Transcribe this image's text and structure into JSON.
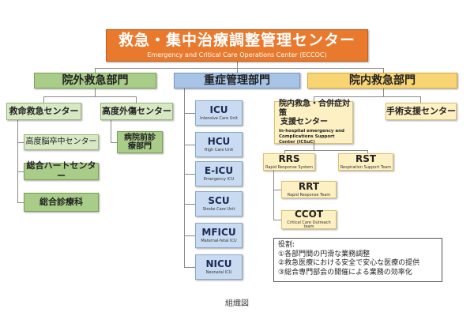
{
  "header": {
    "title": "救急・集中治療調整管理センター",
    "subtitle": "Emergency and Critical Care Operations Center (ECCOC)"
  },
  "departments": {
    "outpatient": {
      "label": "院外救急部門",
      "children": {
        "lifesaving_center": "救命救急センター",
        "advanced_trauma_center": "高度外傷センター",
        "stroke_center": "高度脳卒中センター",
        "heart_center": "総合ハートセンター",
        "general_medicine": "総合診療科",
        "prehospital_medicine": "病院前診療部門"
      }
    },
    "critical_care": {
      "label": "重症管理部門",
      "units": [
        {
          "name": "ICU",
          "desc": "Intensive Care Unit"
        },
        {
          "name": "HCU",
          "desc": "High Care Unit"
        },
        {
          "name": "E-ICU",
          "desc": "Emergency ICU"
        },
        {
          "name": "SCU",
          "desc": "Stroke Care Unit"
        },
        {
          "name": "MFICU",
          "desc": "Maternal-fetal ICU"
        },
        {
          "name": "NICU",
          "desc": "Neonatal ICU"
        }
      ]
    },
    "inpatient": {
      "label": "院内救急部門",
      "complications_center": {
        "title_line1": "院内救急・合併症対策",
        "title_line2": "支援センター",
        "english": "In-hospital emergency and Complications Support Center (ICSuC)"
      },
      "surgical_support": "手術支援センター",
      "teams": [
        {
          "name": "RRS",
          "desc": "Rapid Response System"
        },
        {
          "name": "RST",
          "desc": "Respiration Support Team"
        },
        {
          "name": "RRT",
          "desc": "Rapid Response Team"
        },
        {
          "name": "CCOT",
          "desc": "Critical Care Outreach team"
        }
      ]
    }
  },
  "roles": {
    "heading": "役割:",
    "items": [
      "①各部門間の円滑な業務調整",
      "②救急医療における安全で安心な医療の提供",
      "③総合専門部会の開催による業務の効率化"
    ]
  },
  "caption": "組織図",
  "colors": {
    "header_bg": "#e9792d",
    "outpatient_header": "#a9cd88",
    "critical_header": "#a7c4e6",
    "inpatient_header": "#f9d472",
    "line": "#8a8a8a"
  }
}
